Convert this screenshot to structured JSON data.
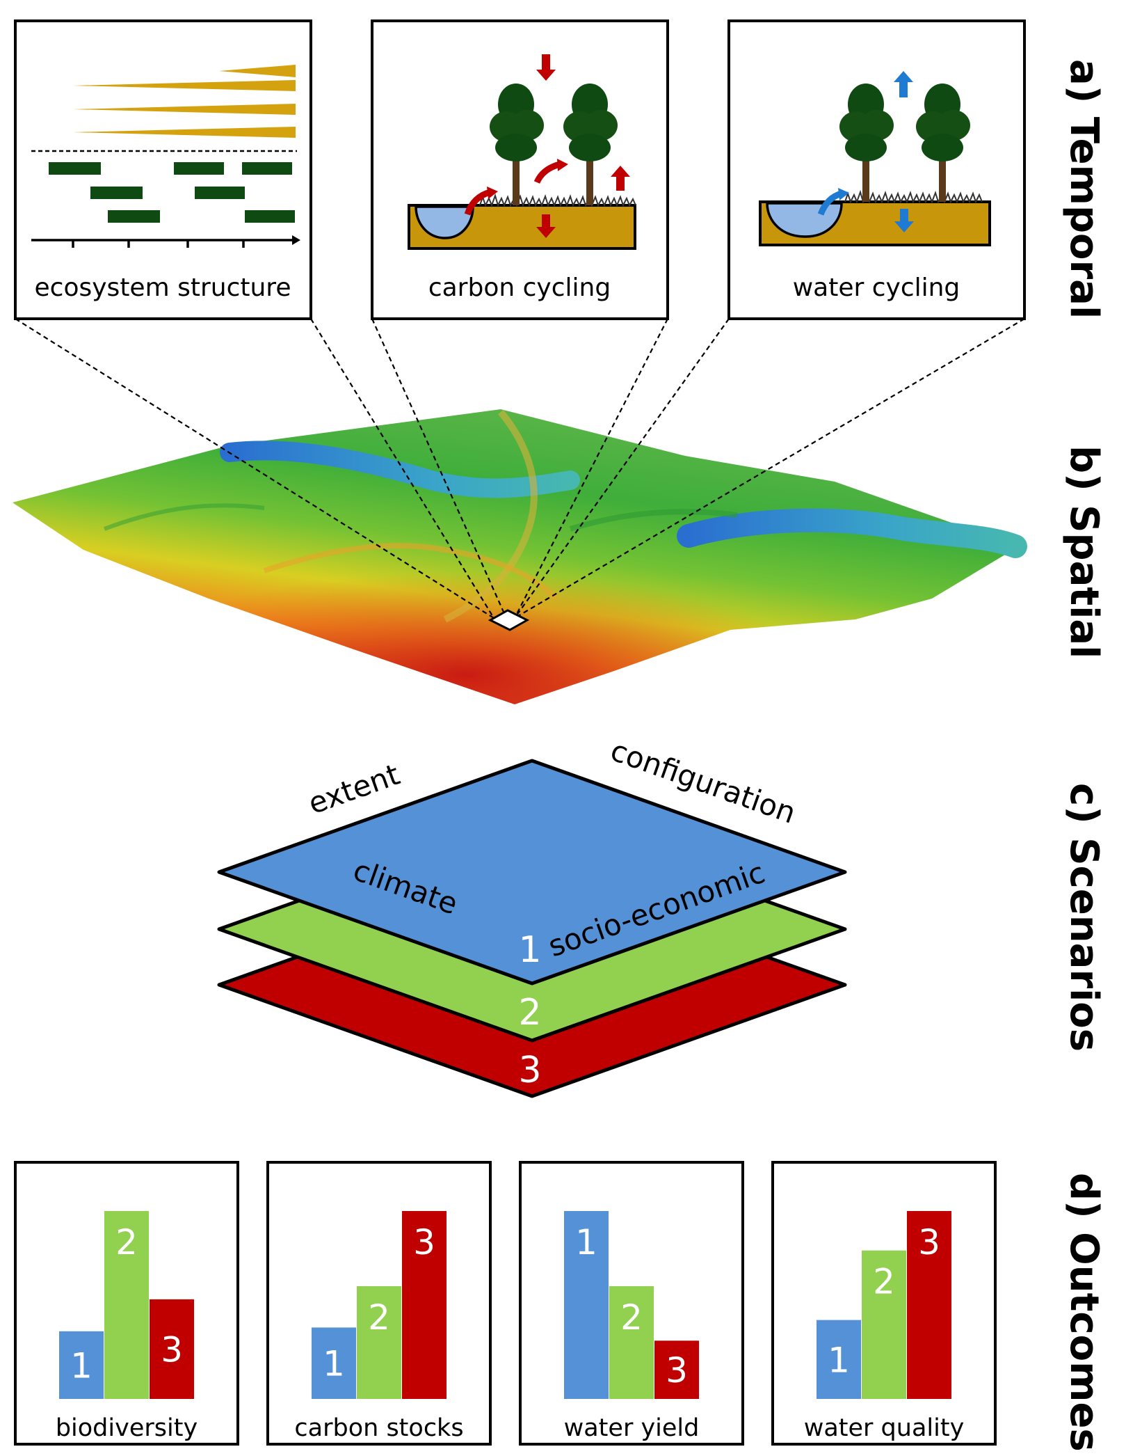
{
  "sections": {
    "temporal": "a) Temporal",
    "spatial": "b) Spatial",
    "scenarios": "c) Scenarios",
    "outcomes": "d) Outcomes"
  },
  "temporal_panels": [
    {
      "id": "ecosystem",
      "label": "ecosystem structure"
    },
    {
      "id": "carbon",
      "label": "carbon cycling"
    },
    {
      "id": "water",
      "label": "water cycling"
    }
  ],
  "scenarios": {
    "edge_left": "extent",
    "edge_right": "configuration",
    "top_left": "climate",
    "top_right": "socio-economic",
    "layers": [
      "1",
      "2",
      "3"
    ]
  },
  "colors": {
    "scenario_1": "#5591d6",
    "scenario_2": "#92d050",
    "scenario_3": "#c00000",
    "gold": "#d4a20f",
    "soil": "#c8960a",
    "dark_green": "#0f4a12",
    "water": "#93b8e6",
    "carbon_arrow": "#c00000",
    "water_arrow": "#1f7ad1"
  },
  "chart_data": [
    {
      "type": "bar",
      "title": "biodiversity",
      "categories": [
        "1",
        "2",
        "3"
      ],
      "values": [
        0.36,
        1.0,
        0.53
      ]
    },
    {
      "type": "bar",
      "title": "carbon stocks",
      "categories": [
        "1",
        "2",
        "3"
      ],
      "values": [
        0.38,
        0.6,
        1.0
      ]
    },
    {
      "type": "bar",
      "title": "water yield",
      "categories": [
        "1",
        "2",
        "3"
      ],
      "values": [
        1.0,
        0.6,
        0.31
      ]
    },
    {
      "type": "bar",
      "title": "water quality",
      "categories": [
        "1",
        "2",
        "3"
      ],
      "values": [
        0.42,
        0.79,
        1.0
      ]
    }
  ]
}
